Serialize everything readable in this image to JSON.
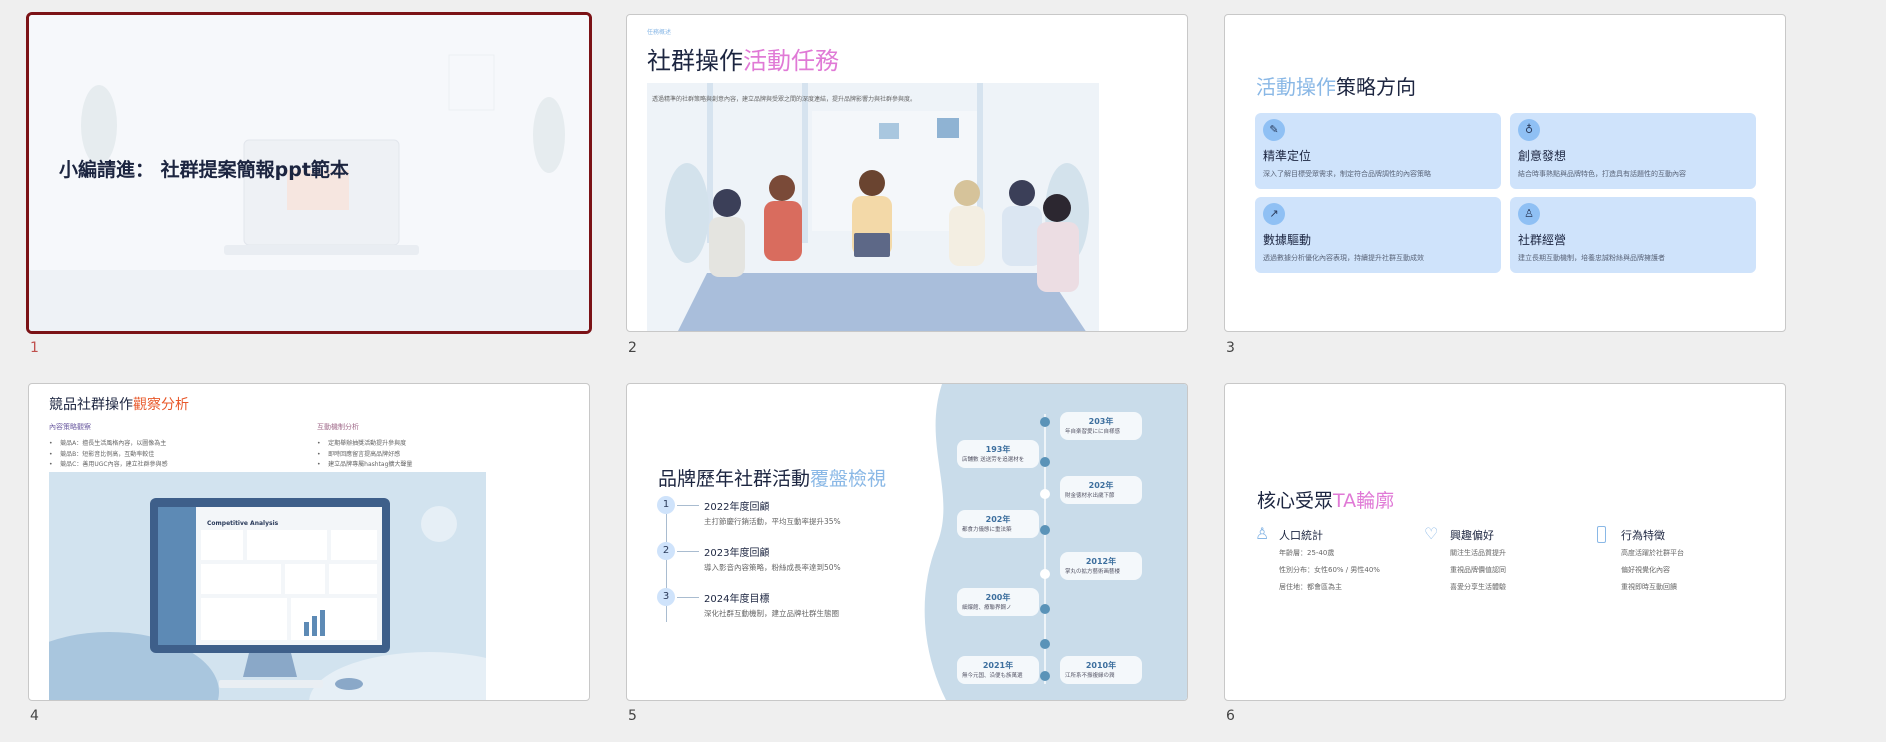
{
  "slides": [
    {
      "number": "1",
      "selected": true,
      "title": "小編請進： 社群提案簡報ppt範本"
    },
    {
      "number": "2",
      "label": "任務概述",
      "title_dark": "社群操作",
      "title_accent": "活動任務",
      "caption": "透過精準的社群策略與創意內容，建立品牌與受眾之間的深度連結，提升品牌影響力與社群參與度。"
    },
    {
      "number": "3",
      "title_accent": "活動操作",
      "title_dark": "策略方向",
      "cards": [
        {
          "icon": "target-icon",
          "title": "精準定位",
          "desc": "深入了解目標受眾需求，制定符合品牌調性的內容策略"
        },
        {
          "icon": "lightbulb-icon",
          "title": "創意發想",
          "desc": "結合時事熱點與品牌特色，打造具有話題性的互動內容"
        },
        {
          "icon": "chart-line-icon",
          "title": "數據驅動",
          "desc": "透過數據分析優化內容表現，持續提升社群互動成效"
        },
        {
          "icon": "user-icon",
          "title": "社群經營",
          "desc": "建立長期互動機制，培養忠誠粉絲與品牌擁護者"
        }
      ]
    },
    {
      "number": "4",
      "title_dark": "競品社群操作",
      "title_accent": "觀察分析",
      "left": {
        "heading": "內容策略觀察",
        "bullets": [
          "競品A：擅長生活風格內容，以圖像為主",
          "競品B：短影音比例高，互動率較佳",
          "競品C：善用UGC內容，建立社群參與感"
        ]
      },
      "right": {
        "heading": "互動機制分析",
        "bullets": [
          "定期舉辦抽獎活動提升參與度",
          "即時回應留言提高品牌好感",
          "建立品牌專屬hashtag擴大聲量"
        ]
      },
      "screen_title": "Competitive Analysis"
    },
    {
      "number": "5",
      "title_dark": "品牌歷年社群活動",
      "title_accent": "覆盤檢視",
      "items": [
        {
          "n": "1",
          "title": "2022年度回顧",
          "desc": "主打節慶行銷活動，平均互動率提升35%"
        },
        {
          "n": "2",
          "title": "2023年度回顧",
          "desc": "導入影音內容策略，粉絲成長率達到50%"
        },
        {
          "n": "3",
          "title": "2024年度目標",
          "desc": "深化社群互動機制，建立品牌社群生態圈"
        }
      ],
      "panel_bubbles": [
        {
          "year": "203年",
          "text": "年自楽習愛にに自様感"
        },
        {
          "year": "193年",
          "text": "店舗數 送送劳を追選材を"
        },
        {
          "year": "202年",
          "text": "財金徳材氷出歳下節"
        },
        {
          "year": "202年",
          "text": "都食力儀態に重法築"
        },
        {
          "year": "2012年",
          "text": "掌丸の拡方藝術画藝楼"
        },
        {
          "year": "200年",
          "text": "細爆館、療聯界鋼ノ"
        },
        {
          "year": "2021年",
          "text": "無今元国、沿便も族萬選"
        },
        {
          "year": "2010年",
          "text": "江所系不振複縁の潤"
        }
      ]
    },
    {
      "number": "6",
      "title_dark": "核心受眾",
      "title_accent": "TA輪廓",
      "columns": [
        {
          "icon": "user-icon",
          "title": "人口統計",
          "items": [
            "年齡層：25-40歲",
            "性別分布：女性60% / 男性40%",
            "居住地：都會區為主"
          ]
        },
        {
          "icon": "heart-icon",
          "title": "興趣偏好",
          "items": [
            "關注生活品質提升",
            "重視品牌價值認同",
            "喜愛分享生活體驗"
          ]
        },
        {
          "icon": "smartphone-icon",
          "title": "行為特徵",
          "items": [
            "高度活躍於社群平台",
            "偏好視覺化內容",
            "重視即時互動回饋"
          ]
        }
      ]
    }
  ],
  "colors": {
    "selected_border": "#7b1216",
    "accent_pink": "#e07ad6",
    "accent_blue": "#8ab8e6",
    "card_bg": "#cfe3fb"
  }
}
